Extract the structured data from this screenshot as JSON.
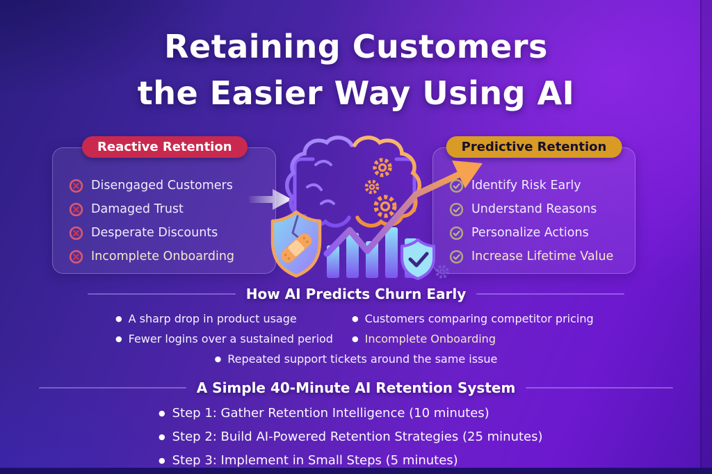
{
  "title": {
    "line1": "Retaining Customers",
    "line2": "the Easier Way Using AI"
  },
  "reactive": {
    "badge": "Reactive Retention",
    "items": [
      "Disengaged Customers",
      "Damaged Trust",
      "Desperate Discounts",
      "Incomplete Onboarding"
    ]
  },
  "predictive": {
    "badge": "Predictive Retention",
    "items": [
      "Identify Risk Early",
      "Understand Reasons",
      "Personalize Actions",
      "Increase Lifetime Value"
    ]
  },
  "churn": {
    "title": "How AI Predicts Churn Early",
    "left": [
      "A sharp drop in product usage",
      "Fewer logins over a sustained period"
    ],
    "right": [
      "Customers comparing competitor pricing",
      "Incomplete Onboarding"
    ],
    "center": "Repeated support tickets around the same issue"
  },
  "system": {
    "title": "A Simple 40-Minute AI Retention System",
    "steps": [
      "Step 1: Gather Retention Intelligence (10 minutes)",
      "Step 2: Build AI-Powered Retention Strategies (25 minutes)",
      "Step 3: Implement in Small Steps (5 minutes)"
    ]
  },
  "icons": {
    "bullet": "●"
  },
  "colors": {
    "badge_red": "#c9294e",
    "badge_gold": "#d89b26",
    "x_icon": "#d8405c",
    "check_icon": "#b3ab85",
    "illustration_orange": "#f5a24e",
    "illustration_purple": "#8b5cf6",
    "illustration_blue": "#86d9f5",
    "background_purple": "#5a1fbd",
    "bottom_bar": "#1c1166"
  }
}
